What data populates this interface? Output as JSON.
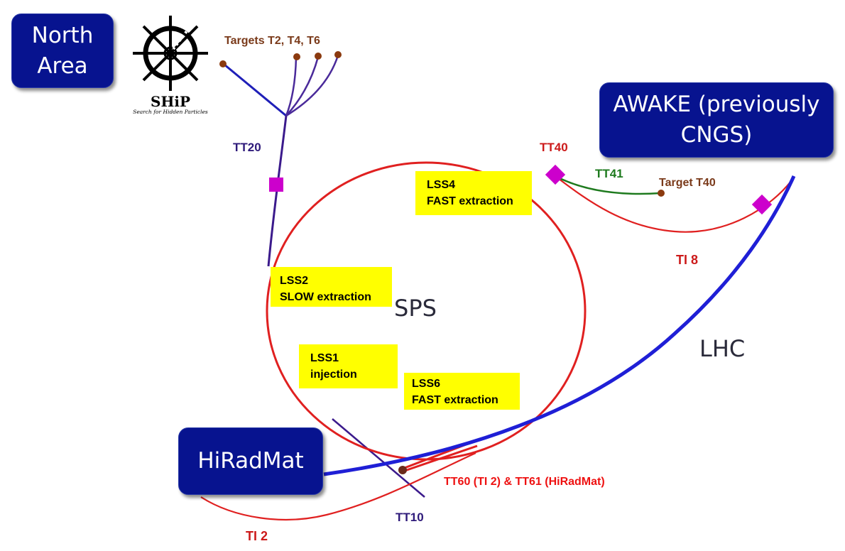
{
  "boxes": {
    "north_area": [
      "North",
      "Area"
    ],
    "awake": [
      "AWAKE (previously",
      "CNGS)"
    ],
    "hiradmat": "HiRadMat"
  },
  "logo": {
    "name": "SHiP",
    "subtitle": "Search for Hidden Particles"
  },
  "ring": {
    "label": "SPS"
  },
  "lhc": {
    "label": "LHC"
  },
  "lines": {
    "tt20": "TT20",
    "tt40": "TT40",
    "tt41": "TT41",
    "ti8": "TI 8",
    "ti2": "TI 2",
    "tt10": "TT10"
  },
  "targets": {
    "north": "Targets T2, T4, T6",
    "t40": "Target T40"
  },
  "tt60_label": "TT60 (TI 2) & TT61 (HiRadMat)",
  "lss": [
    {
      "name": "LSS4",
      "desc": "FAST extraction"
    },
    {
      "name": "LSS2",
      "desc": "SLOW extraction"
    },
    {
      "name": "LSS1",
      "desc": "injection"
    },
    {
      "name": "LSS6",
      "desc": "FAST extraction"
    }
  ],
  "colors": {
    "box_fill": "#07138f",
    "sps_ring": "#e02020",
    "lhc_line": "#1f1fd6",
    "transfer_line_purple": "#3b1a8c",
    "tt41_green": "#1e7a1e",
    "target_dot": "#8b3a0f",
    "kicker_magenta": "#cc00cc",
    "lss_yellow": "#ffff00"
  }
}
